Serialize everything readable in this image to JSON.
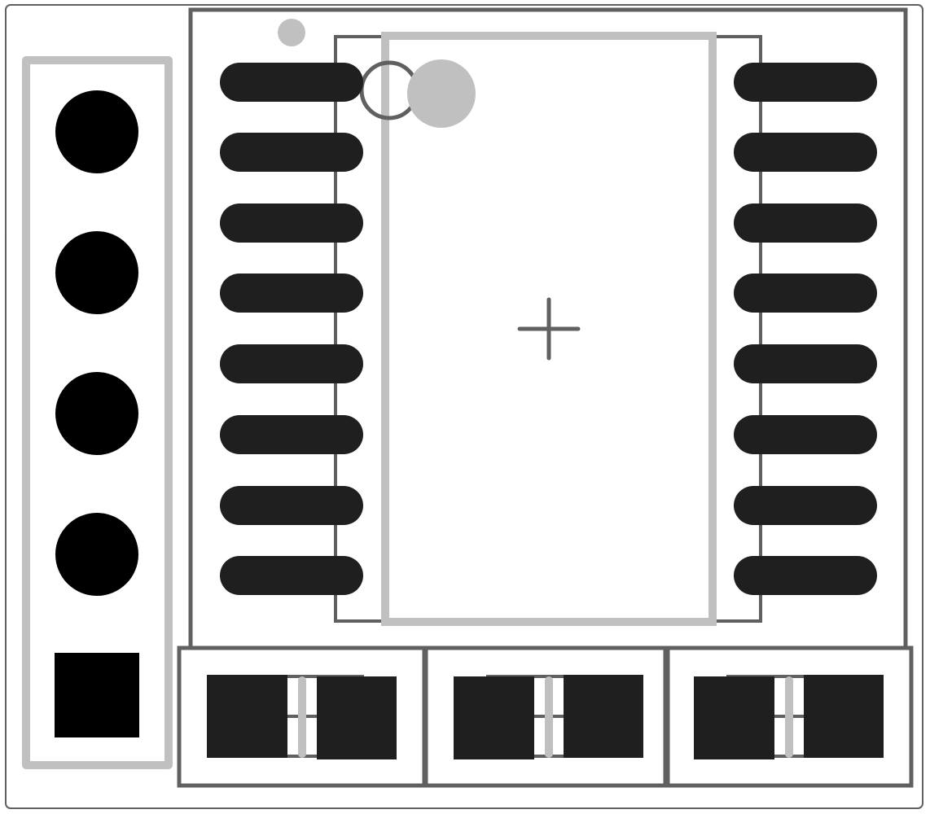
{
  "colors": {
    "background": "#ffffff",
    "board_outline": "#606060",
    "silkscreen": "#c0c0c0",
    "pad": "#1f1f1f",
    "through_hole": "#000000",
    "fab_outline": "#606060"
  },
  "components": [
    {
      "name": "pin-header-1x05",
      "pins": 5,
      "pin1_shape": "square"
    },
    {
      "name": "ic-soic-16",
      "pins": 16,
      "pin1_marker": "dot"
    },
    {
      "name": "smd-passive",
      "pads": 2
    },
    {
      "name": "smd-passive",
      "pads": 2
    },
    {
      "name": "smd-passive",
      "pads": 2
    }
  ]
}
